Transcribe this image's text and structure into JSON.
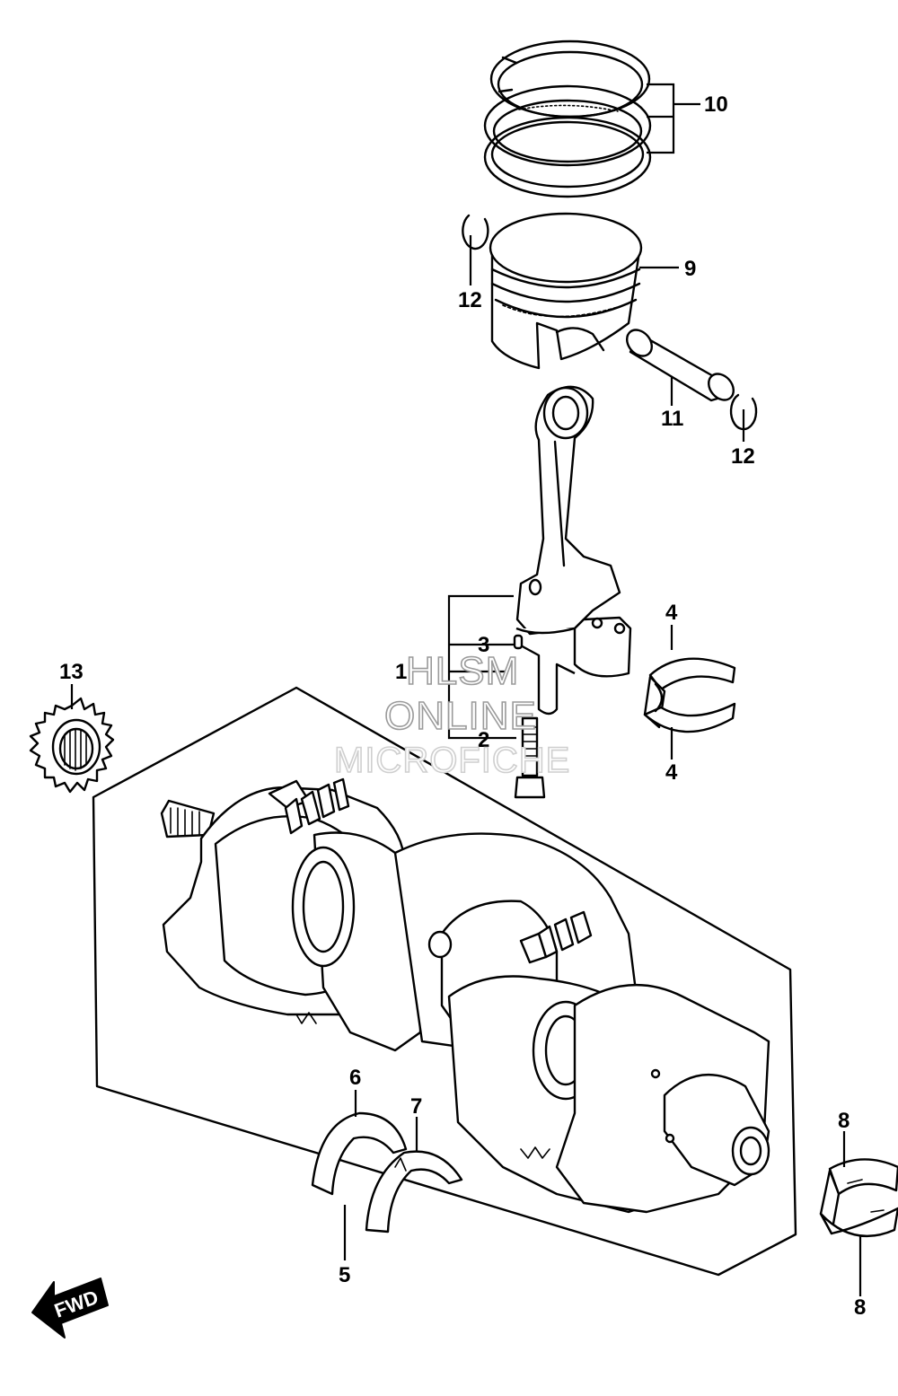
{
  "callouts": {
    "c1": "1",
    "c2": "2",
    "c3": "3",
    "c4a": "4",
    "c4b": "4",
    "c5": "5",
    "c6": "6",
    "c7": "7",
    "c8a": "8",
    "c8b": "8",
    "c9": "9",
    "c10": "10",
    "c11": "11",
    "c12a": "12",
    "c12b": "12",
    "c13": "13"
  },
  "watermark": {
    "line1": "HLSM",
    "line2": "ONLINE",
    "line3": "MICROFICHE"
  },
  "direction_arrow": {
    "label": "FWD"
  }
}
